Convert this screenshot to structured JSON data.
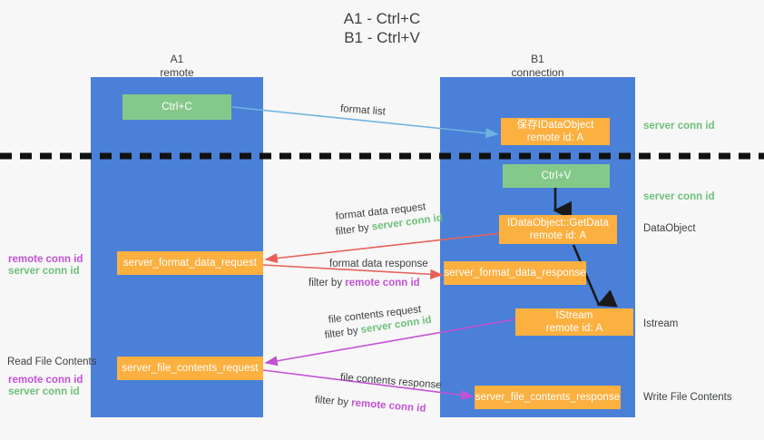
{
  "title": "A1 - Ctrl+C\nB1 - Ctrl+V",
  "lanes": [
    {
      "id": "a1",
      "label": "A1\nremote"
    },
    {
      "id": "b1",
      "label": "B1\nconnection"
    }
  ],
  "boxes": {
    "ctrl_c": "Ctrl+C",
    "ctrl_v": "Ctrl+V",
    "save_idataobject": "保存IDataObject\nremote id: A",
    "idataobject_getdata": "IDataObject::GetData\nremote id: A",
    "istream": "IStream\nremote id: A",
    "server_format_data_request": "server_format_data_request",
    "server_format_data_response": "server_format_data_response",
    "server_file_contents_request": "server_file_contents_request",
    "server_file_contents_response": "server_file_contents_response"
  },
  "edge_labels": {
    "format_list": "format list",
    "format_data_request": "format data request",
    "format_data_request_filter_prefix": "filter by ",
    "format_data_request_filter_value": "server conn id",
    "format_data_response": "format data response",
    "format_data_response_filter_prefix": "filter by ",
    "format_data_response_filter_value": "remote conn id",
    "file_contents_request": "file contents request",
    "file_contents_request_filter_prefix": "filter by ",
    "file_contents_request_filter_value": "server conn id",
    "file_contents_response": "file contents response",
    "file_contents_response_filter_prefix": "filter by ",
    "file_contents_response_filter_value": "remote conn id"
  },
  "right_notes": {
    "server_conn_id_top": "server conn id",
    "server_conn_id_mid": "server conn id",
    "dataobject": "DataObject",
    "istream": "Istream",
    "write_file_contents": "Write File Contents"
  },
  "left_notes": {
    "remote_conn_id_1": "remote conn id",
    "server_conn_id_1": "server conn id",
    "read_file_contents": "Read File Contents",
    "remote_conn_id_2": "remote conn id",
    "server_conn_id_2": "server conn id"
  },
  "colors": {
    "lane": "#4a80d8",
    "green_box": "#85c98a",
    "orange_box": "#fbb040",
    "green_text": "#6ec07a",
    "purple_text": "#c252d4",
    "arrow_blue": "#6fb3e0",
    "arrow_red": "#e8625a",
    "arrow_magenta": "#c252d4",
    "arrow_black": "#1a1a1a",
    "background": "#f7f7f7"
  }
}
